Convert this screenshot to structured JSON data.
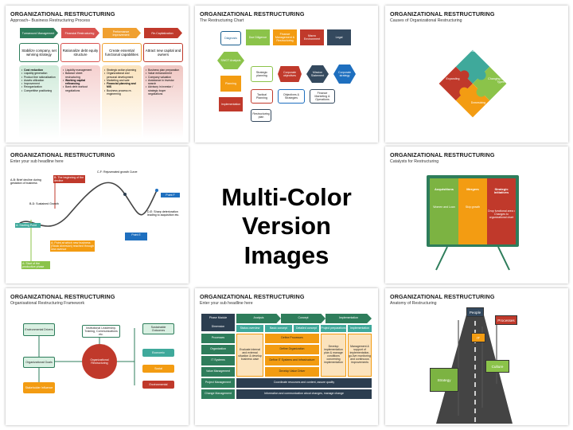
{
  "center": {
    "line1": "Multi-Color",
    "line2": "Version Images"
  },
  "cards": [
    {
      "title": "ORGANIZATIONAL RESTRUCTURING",
      "subtitle": "Approach– Business Restructuring Process"
    },
    {
      "title": "ORGANIZATIONAL RESTRUCTURING",
      "subtitle": "The Restructuring Chart"
    },
    {
      "title": "ORGANIZATIONAL RESTRUCTURING",
      "subtitle": "Causes of Organizational Restructuring"
    },
    {
      "title": "ORGANIZATIONAL RESTRUCTURING",
      "subtitle": "Enter your sub headline here"
    },
    {
      "title": "ORGANIZATIONAL RESTRUCTURING",
      "subtitle": "Catalysts for Restructuring"
    },
    {
      "title": "ORGANIZATIONAL RESTRUCTURING",
      "subtitle": "Organisational Restructuring Framework"
    },
    {
      "title": "ORGANIZATIONAL RESTRUCTURING",
      "subtitle": "Enter your sub headline here"
    },
    {
      "title": "ORGANIZATIONAL RESTRUCTURING",
      "subtitle": "Anatomy of Restructuring"
    }
  ],
  "card1": {
    "tags": [
      "Turnaround Management",
      "Financial Restructuring",
      "Performance Improvement",
      "Re-Capitalization"
    ],
    "boxes": [
      "Stabilize company, set winning strategy",
      "Rationalize debt equity structure",
      "Create essential functional capabilities",
      "Attract new capital and owners"
    ],
    "cols": [
      [
        "Cost reduction",
        "Liquidity generation",
        "Product line rationalization",
        "Assets utilization",
        "Improvement",
        "Reorganization",
        "Competitive positioning"
      ],
      [
        "Liquidity management",
        "Balance sheet restructuring",
        "Working capital refinancing",
        "Bank debt workout negotiations"
      ],
      [
        "Strategic action planning",
        "Organizational and personal development",
        "Marketing and sale",
        "Financial planning and MIS",
        "Business process re-engineering"
      ],
      [
        "Business plan preparation",
        "Value enhancement",
        "Company valuation",
        "Assistance in investor search",
        "Advisory in investor / strategic buyer negotiations"
      ]
    ],
    "colors": [
      "#2e7d5b",
      "#d9534f",
      "#f0a030",
      "#c0392b"
    ]
  },
  "card2": {
    "top": [
      "Diagnosis",
      "Due Diligence",
      "Finance Management & Restructuring",
      "Macro Environment",
      "Legal"
    ],
    "left": [
      "SWOT Analysis",
      "Planning",
      "Implementation"
    ],
    "mid": [
      "Strategic planning",
      "Corporate objectives",
      "Mission Statement",
      "Corporate strategy"
    ],
    "low": [
      "Tactical Planning",
      "Objectives & Strategies",
      "Finance Marketing & Operations",
      "Restructuring plan"
    ]
  },
  "card3": {
    "pieces": [
      "Changing Strategy",
      "Expanding",
      "Changing Structural Types",
      "Downsizing"
    ]
  },
  "card4": {
    "labels": {
      "a": "A-B: Brief decline during gestation of business",
      "b": "B: The beginning of the decline",
      "c": "C-F: Rejuvenated growth Curve",
      "f": "Point F",
      "d": "B-D: Sustained Growth",
      "e": "D-E: Sharp deterioration leading to acquisition etc.",
      "start": "A: Starting Point",
      "ept": "Point E",
      "mid": "A: Point at which new business (Stock diversion) reached through new avenue",
      "start2": "A: Start of the productive phase"
    }
  },
  "card5": {
    "cols": [
      {
        "head": "Acquisitions",
        "body": "Women and Loan",
        "color": "#7cb342"
      },
      {
        "head": "Mergers",
        "body": "Skip growth",
        "color": "#f39c12"
      },
      {
        "head": "Strategic Initiatives",
        "body": "Drop functional area • Changes to organizational chart",
        "color": "#c0392b"
      }
    ]
  },
  "card6": {
    "left": [
      "Environmental Drivers",
      "Organizational Goals",
      "Stakeholder Influence"
    ],
    "top_mid": "Institutional Leadership, Training, Communications etc.",
    "center": "Organizational Restructuring",
    "right": [
      "Sustainable Outcomes",
      "Economic",
      "Social",
      "Environmental"
    ]
  },
  "card7": {
    "phase_label": "Phase Module",
    "dim_label": "Dimension",
    "phases": [
      "Analysis",
      "Concept",
      "Implementation"
    ],
    "sub_phases": [
      "Status overview",
      "Basic concept",
      "Detailed concept",
      "Project preparations",
      "Implementation"
    ],
    "rows": [
      "Processes",
      "Organization",
      "IT Systems",
      "Value Management",
      "Project Management",
      "Change Management"
    ],
    "cells": [
      "Evaluate internal and external situation & develop business case",
      "Define Processes",
      "Define Organization",
      "Define IT Systems and Infrastructure",
      "Develop Value Driver",
      "Develop implementation plan & manage conditions concerning implementation",
      "Management & support of implementation, go-live monitoring and continuous improvements"
    ],
    "bars": [
      "Coordinate resources and content, assure quality",
      "Information and communication about changes, manage change"
    ]
  },
  "card8": {
    "signs": [
      "People",
      "Processes",
      "IT",
      "Culture",
      "Strategy"
    ]
  }
}
